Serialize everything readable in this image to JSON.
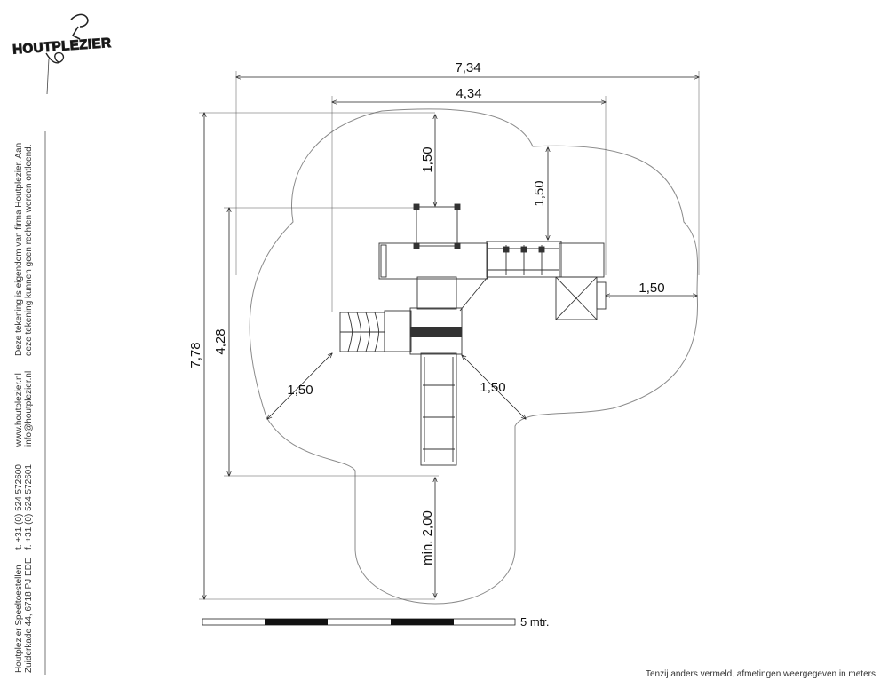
{
  "logo": {
    "text": "HOUTPLEZIER"
  },
  "sidebar": {
    "copyright": [
      "Deze tekening is eigendom van firma Houtplezier. Aan",
      "deze tekening kunnen geen rechten worden ontleend."
    ],
    "web": [
      "www.houtplezier.nl",
      "info@houtplezier.nl"
    ],
    "phone": [
      "t. +31 (0) 524 572600",
      "f. +31 (0) 524 572601"
    ],
    "address": [
      "Houtplezier Speeltoestellen",
      "Zuiderkade 44, 6718 PJ EDE"
    ]
  },
  "dimensions": {
    "total_width": "7,34",
    "inner_width": "4,34",
    "total_depth": "7,78",
    "inner_depth": "4,28",
    "top_clearance": "1,50",
    "upper_right_clearance": "1,50",
    "right_clearance": "1,50",
    "diag_left_clearance": "1,50",
    "diag_right_clearance": "1,50",
    "slide_clearance": "min. 2,00"
  },
  "scale_bar": {
    "label": "5 mtr.",
    "segments": 5
  },
  "footer": {
    "note": "Tenzij anders vermeld, afmetingen weergegeven in meters"
  },
  "colors": {
    "line": "#333333",
    "zone": "#8a8a8a",
    "scale_fill": "#111111"
  }
}
